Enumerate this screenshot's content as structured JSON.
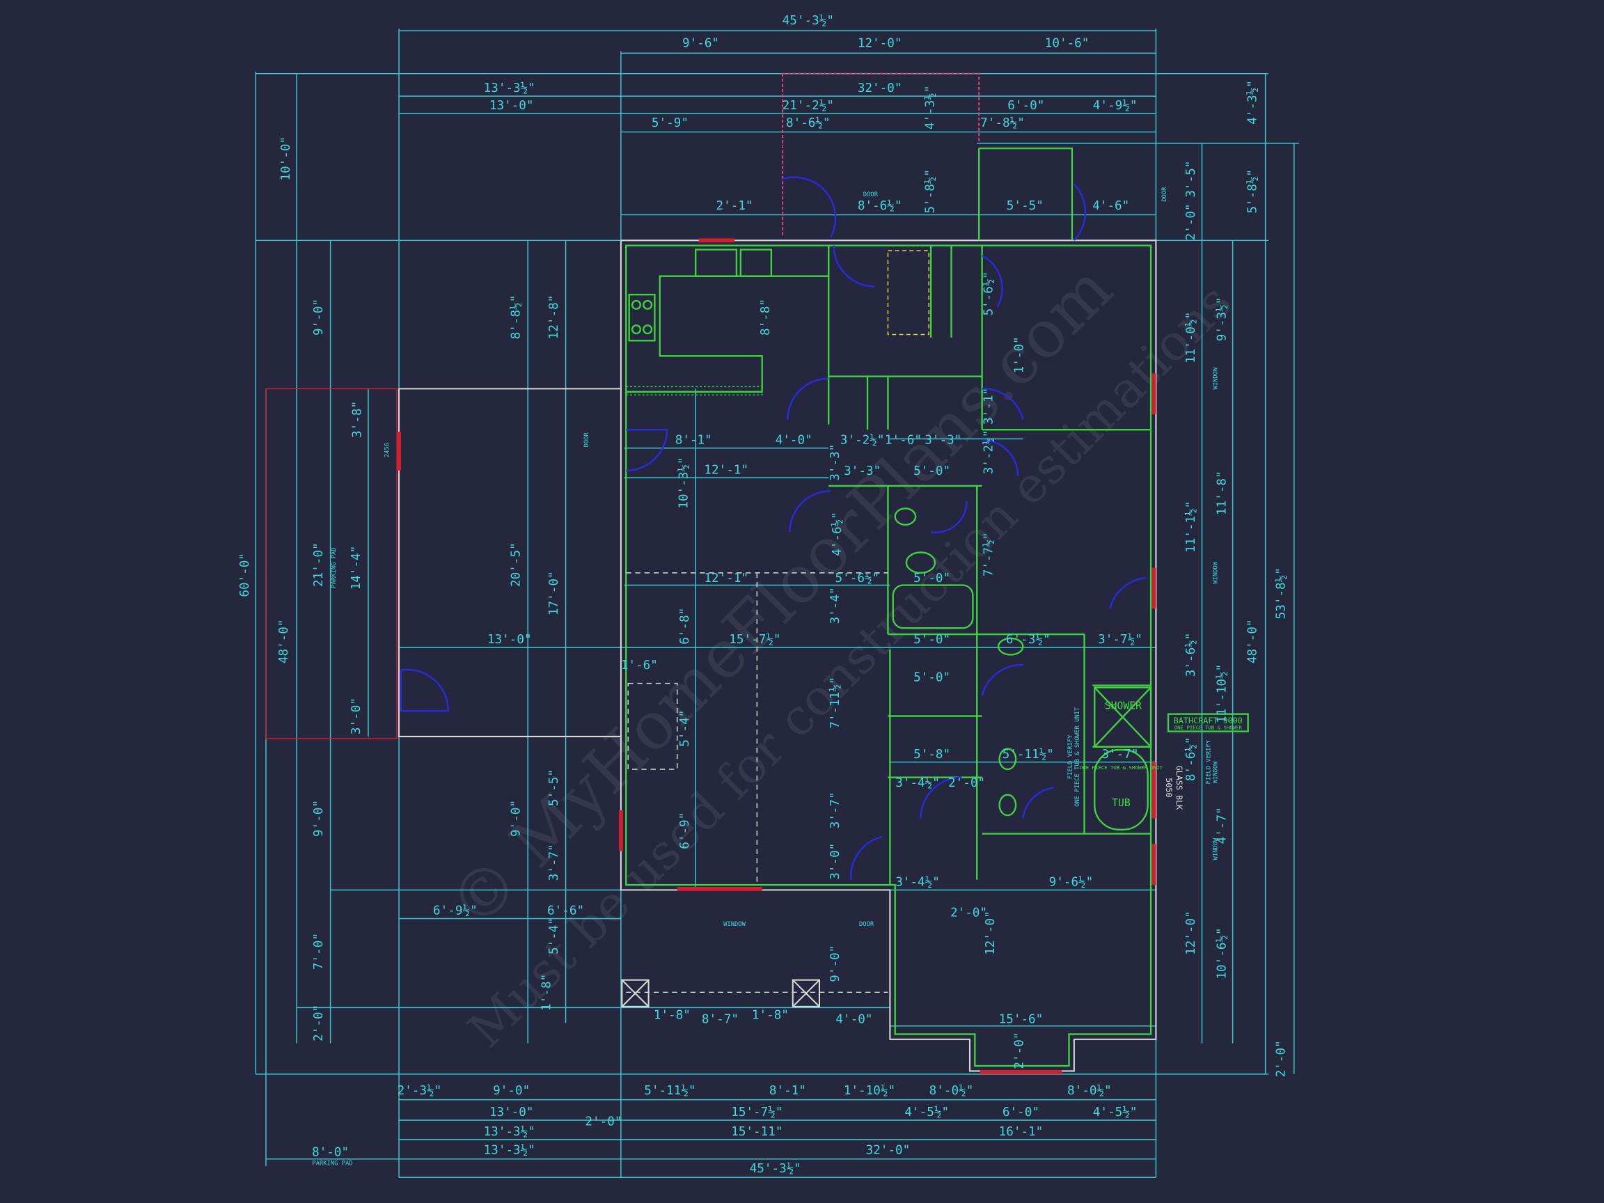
{
  "drawing": {
    "title": "Floor Plan",
    "colors": {
      "background": "#25273f",
      "dimension": "#3cc8c8",
      "wall": "#3fd43f",
      "door": "#2a2ae0",
      "window": "#d02030"
    },
    "watermark": [
      "© MyHomeFloorPlans.com",
      "Must be used for construction estimations"
    ]
  },
  "dims": [
    "45'-3½\"",
    "9'-6\"",
    "12'-0\"",
    "10'-6\"",
    "32'-0\"",
    "13'-3½\"",
    "13'-0\"",
    "21'-2½\"",
    "6'-0\"",
    "4'-9½\"",
    "5'-9\"",
    "8'-6½\"",
    "7'-8½\"",
    "4'-3½\"",
    "4'-3½\"",
    "10'-0\"",
    "2'-1\"",
    "8'-6½\"",
    "5'-5\"",
    "4'-6\"",
    "5'-8½\"",
    "3'-5\"",
    "2'-0\"",
    "5'-8½\"",
    "9'-0\"",
    "8'-8½\"",
    "12'-8\"",
    "8'-8\"",
    "3'-8\"",
    "21'-0\"",
    "14'-4\"",
    "20'-5\"",
    "17'-0\"",
    "60'-0\"",
    "48'-0\"",
    "3'-0\"",
    "9'-0\"",
    "9'-0\"",
    "5'-5\"",
    "3'-7\"",
    "7'-0\"",
    "5'-4\"",
    "1'-8\"",
    "2'-0\"",
    "11'-0½\"",
    "9'-3½\"",
    "11'-8\"",
    "11'-1½\"",
    "53'-8½\"",
    "48'-0\"",
    "3'-6½\"",
    "11'-10½\"",
    "8'-6½\"",
    "4'-7\"",
    "12'-0\"",
    "10'-6½\"",
    "2'-0\"",
    "8'-1\"",
    "4'-0\"",
    "3'-2½\"",
    "1'-6\"",
    "3'-3\"",
    "12'-1\"",
    "3'-3\"",
    "5'-0\"",
    "1'-0\"",
    "3'-1\"",
    "3'-2½\"",
    "5'-6½\"",
    "10'-3½\"",
    "3'-3\"",
    "4'-6½\"",
    "7'-7½\"",
    "12'-1\"",
    "5'-6½\"",
    "5'-0\"",
    "3'-4\"",
    "13'-0\"",
    "15'-7½\"",
    "6'-8\"",
    "5'-0\"",
    "6'-3½\"",
    "3'-7½\"",
    "1'-6\"",
    "5'-0\"",
    "5'-4\"",
    "7'-11½\"",
    "5'-8\"",
    "5'-11½\"",
    "3'-7\"",
    "3'-4½\"",
    "2'-0\"",
    "3'-7\"",
    "6'-9\"",
    "3'-0\"",
    "3'-4½\"",
    "9'-6½\"",
    "2'-0\"",
    "12'-0\"",
    "6'-9½\"",
    "6'-6\"",
    "9'-0\"",
    "1'-8\"",
    "8'-7\"",
    "1'-8\"",
    "4'-0\"",
    "15'-6\"",
    "2'-0\"",
    "2'-3½\"",
    "9'-0\"",
    "5'-11½\"",
    "8'-1\"",
    "1'-10½\"",
    "8'-0½\"",
    "8'-0½\"",
    "13'-0\"",
    "2'-0\"",
    "15'-7½\"",
    "4'-5½\"",
    "6'-0\"",
    "4'-5½\"",
    "13'-3½\"",
    "15'-11\"",
    "16'-1\"",
    "13'-3½\"",
    "32'-0\"",
    "8'-0\"",
    "45'-3½\""
  ],
  "notes": [
    "DOOR",
    "DOOR",
    "DOOR",
    "DOOR",
    "WINDOW",
    "WINDOW",
    "WINDOW",
    "WINDOW",
    "WINDOW",
    "PARKING PAD",
    "PARKING PAD",
    "2456",
    "FIELD VERIFY",
    "FIELD VERIFY",
    "ONE PIECE TUB & SHOWER UNIT"
  ],
  "fixtures": {
    "shower": "SHOWER",
    "tub": "TUB",
    "tub_note": "ONE PIECE TUB & SHOWER UNIT",
    "callout_title": "BATHCRAFT 9000",
    "callout_sub": "ONE PIECE TUB & SHOWER",
    "glass_block": "GLASS BLK",
    "glass_block_size": "5050"
  }
}
